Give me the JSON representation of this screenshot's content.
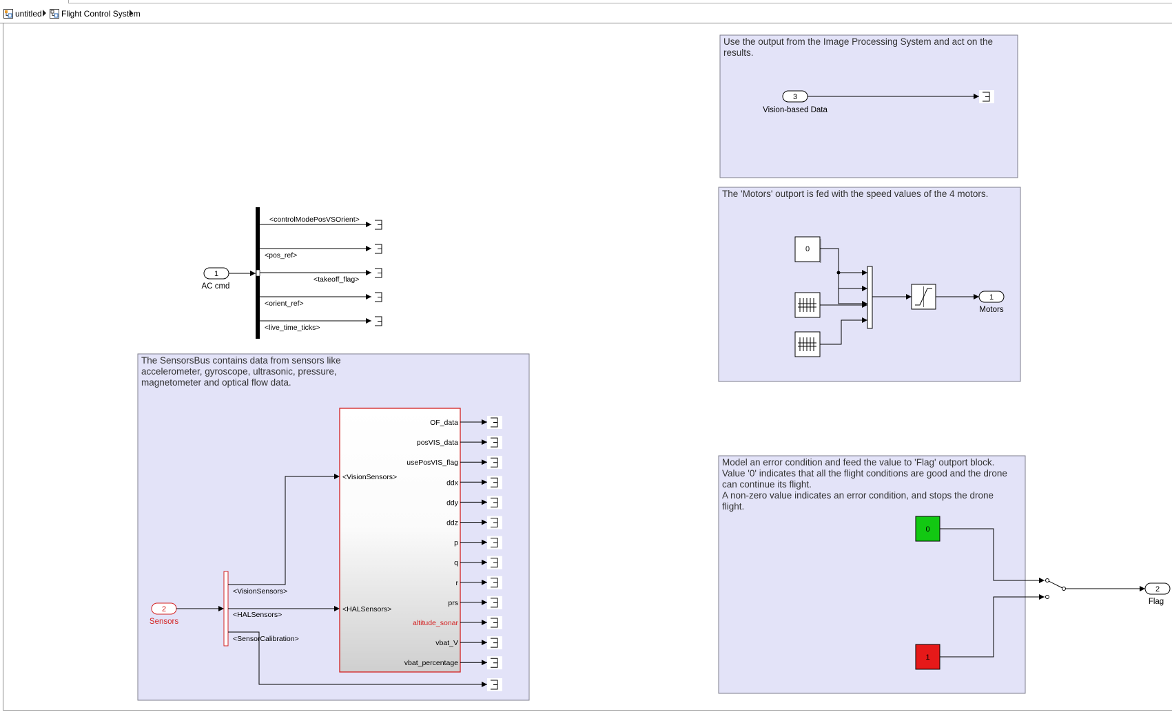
{
  "breadcrumb": {
    "items": [
      {
        "label": "untitled"
      },
      {
        "label": "Flight Control System"
      }
    ]
  },
  "annotations": {
    "vision": [
      "Use the output from the Image Processing System and act on the",
      "results."
    ],
    "motors": [
      "The 'Motors' outport is fed with the speed values of the 4 motors."
    ],
    "sensors": [
      "The SensorsBus contains data from sensors like",
      "accelerometer, gyroscope, ultrasonic, pressure,",
      "magnetometer and optical flow data."
    ],
    "flag": [
      "Model an error condition and feed the value to 'Flag' outport block.",
      "Value '0' indicates that all the flight conditions are good and the drone",
      "can continue its flight.",
      "A non-zero value indicates an error condition, and stops the drone",
      "flight."
    ]
  },
  "ports": {
    "ac_cmd": {
      "number": "1",
      "label": "AC cmd"
    },
    "sensors": {
      "number": "2",
      "label": "Sensors"
    },
    "vision_data": {
      "number": "3",
      "label": "Vision-based Data"
    },
    "motors": {
      "number": "1",
      "label": "Motors"
    },
    "flag": {
      "number": "2",
      "label": "Flag"
    }
  },
  "ac_cmd_bus": {
    "signals": [
      "<controlModePosVSOrient>",
      "<pos_ref>",
      "<takeoff_flag>",
      "<orient_ref>",
      "<live_time_ticks>"
    ]
  },
  "sensors_bus": {
    "selector_signals": [
      "<VisionSensors>",
      "<HALSensors>",
      "<SensorCalibration>"
    ],
    "block_inputs": [
      "<VisionSensors>",
      "<HALSensors>"
    ],
    "block_outputs": [
      "OF_data",
      "posVIS_data",
      "usePosVIS_flag",
      "ddx",
      "ddy",
      "ddz",
      "p",
      "q",
      "r",
      "prs",
      "altitude_sonar",
      "vbat_V",
      "vbat_percentage"
    ],
    "highlight_output": "altitude_sonar"
  },
  "motors_subsystem": {
    "constant_value": "0"
  },
  "flag_subsystem": {
    "const_zero": "0",
    "const_one": "1"
  },
  "colors": {
    "annotation_fill": "#e3e3f8",
    "annotation_border": "#7e7e8c",
    "highlight_red": "#d32020",
    "const_green": "#12c812",
    "const_red": "#e61919"
  }
}
